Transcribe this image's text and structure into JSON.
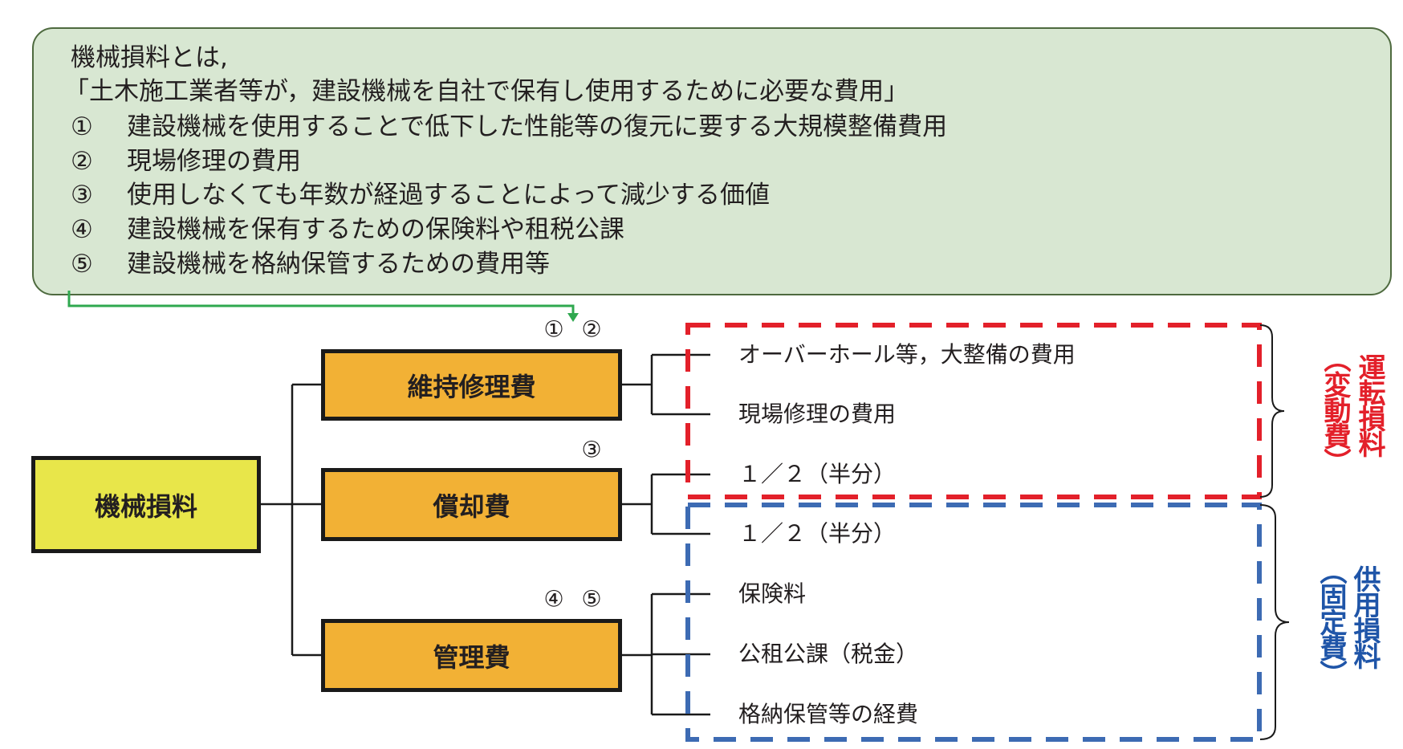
{
  "definition": {
    "intro": "機械損料とは,",
    "quote": "「土木施工業者等が，建設機械を自社で保有し使用するために必要な費用」",
    "items": [
      {
        "num": "①",
        "text": "建設機械を使用することで低下した性能等の復元に要する大規模整備費用"
      },
      {
        "num": "②",
        "text": "現場修理の費用"
      },
      {
        "num": "③",
        "text": "使用しなくても年数が経過することによって減少する価値"
      },
      {
        "num": "④",
        "text": "建設機械を保有するための保険料や租税公課"
      },
      {
        "num": "⑤",
        "text": "建設機械を格納保管するための費用等"
      }
    ]
  },
  "root": {
    "label": "機械損料"
  },
  "categories": [
    {
      "label": "維持修理費",
      "refs": [
        "①",
        "②"
      ],
      "items": [
        "オーバーホール等，大整備の費用",
        "現場修理の費用"
      ]
    },
    {
      "label": "償却費",
      "refs": [
        "③"
      ],
      "items": [
        "１／２（半分）",
        "１／２（半分）"
      ]
    },
    {
      "label": "管理費",
      "refs": [
        "④",
        "⑤"
      ],
      "items": [
        "保険料",
        "公租公課（税金）",
        "格納保管等の経費"
      ]
    }
  ],
  "groups": {
    "variable": {
      "title": "運転損料",
      "sub": "（変動費）",
      "color": "#e3202a"
    },
    "fixed": {
      "title": "供用損料",
      "sub": "（固定費）",
      "color": "#1f55a8"
    }
  },
  "colors": {
    "definition_bg": "#d8e7d2",
    "root_bg": "#e8e64a",
    "category_bg": "#f2b135",
    "arrow": "#2fa84f",
    "red_box": "#e3202a",
    "blue_box": "#3d6bb3"
  }
}
